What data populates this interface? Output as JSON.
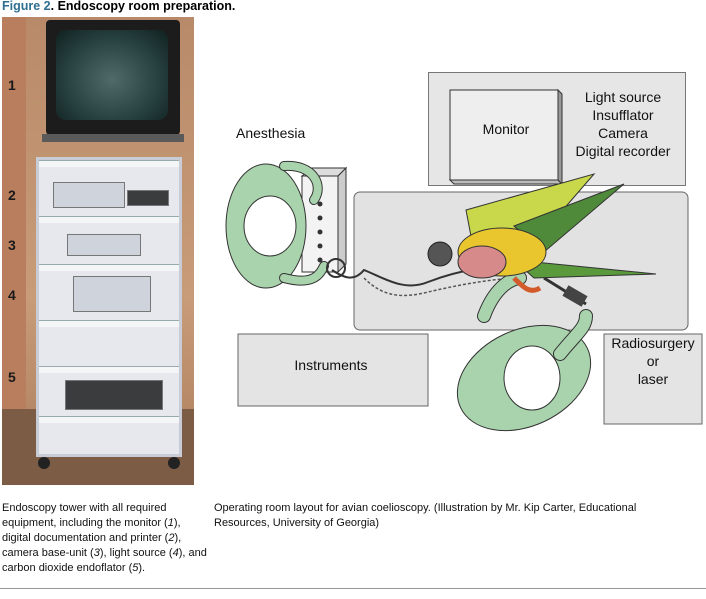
{
  "figure": {
    "label": "Figure 2",
    "title": "Endoscopy room preparation."
  },
  "photo": {
    "shelf_numbers": [
      "1",
      "2",
      "3",
      "4",
      "5"
    ]
  },
  "illustration": {
    "anesthesia": "Anesthesia",
    "monitor": "Monitor",
    "equipment_lines": [
      "Light source",
      "Insufflator",
      "Camera",
      "Digital recorder"
    ],
    "instruments": "Instruments",
    "radiosurgery_lines": [
      "Radiosurgery",
      "or",
      "laser"
    ]
  },
  "captions": {
    "left_parts": {
      "a": "Endoscopy tower with all required equipment, including the monitor (",
      "n1": "1",
      "b": "), digital documentation and printer (",
      "n2": "2",
      "c": "), camera base-unit (",
      "n3": "3",
      "d": "), light source (",
      "n4": "4",
      "e": "), and carbon dioxide endoflator (",
      "n5": "5",
      "f": ")."
    },
    "right": "Operating room layout for avian coelioscopy. (Illustration by Mr. Kip Carter, Educational Resources, University of Georgia)"
  },
  "colors": {
    "title_label": "#2f6f8f",
    "gown": "#a9d3ad",
    "box_fill": "#e6e6e6"
  }
}
